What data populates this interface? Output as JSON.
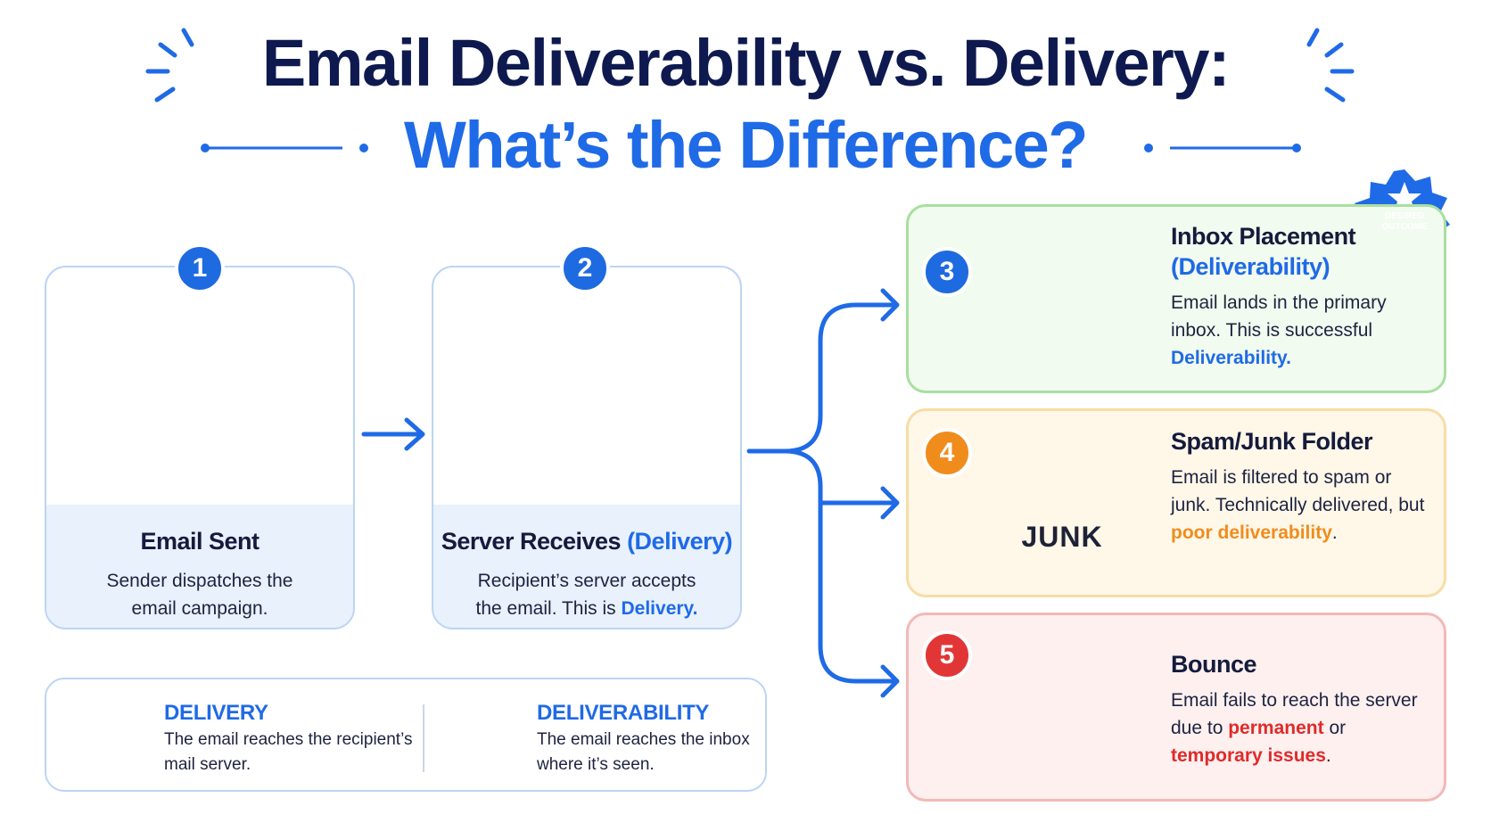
{
  "title": {
    "line1": "Email Deliverability vs. Delivery:",
    "line2": "What’s the Difference?"
  },
  "steps": [
    {
      "number": "1",
      "title": "Email Sent",
      "desc": "Sender dispatches the email campaign.",
      "icon": "laptop-envelope-icon"
    },
    {
      "number": "2",
      "title": "Server Receives",
      "title_highlight": "(Delivery)",
      "desc_plain": "Recipient’s server accepts the email. This is",
      "desc_highlight": "Delivery.",
      "icon": "cloud-server-shield-icon"
    }
  ],
  "outcomes": [
    {
      "number": "3",
      "title": "Inbox Placement",
      "subtitle": "(Deliverability)",
      "desc_plain": "Email lands in the primary inbox. This is successful",
      "desc_highlight": "Deliverability.",
      "badge_line1": "DESIRED",
      "badge_line2": "OUTCOME",
      "color": "#4caf50",
      "icon": "inbox-tray-icon"
    },
    {
      "number": "4",
      "title": "Spam/Junk Folder",
      "desc_plain": "Email is filtered to spam or junk. Technically delivered, but",
      "desc_highlight": "poor deliverability",
      "desc_end": ".",
      "folder_label": "JUNK",
      "color": "#f08c1c",
      "icon": "junk-folder-icon"
    },
    {
      "number": "5",
      "title": "Bounce",
      "desc_plain": "Email fails to reach the server due to",
      "desc_highlight1": "permanent",
      "desc_mid": "or",
      "desc_highlight2": "temporary issues",
      "desc_end": ".",
      "color": "#e23636",
      "icon": "bounced-envelope-icon"
    }
  ],
  "legend": [
    {
      "title": "DELIVERY",
      "desc": "The email reaches the recipient’s mail server.",
      "icon": "delivery-truck-icon"
    },
    {
      "title": "DELIVERABILITY",
      "desc": "The email reaches the inbox where it’s seen.",
      "icon": "target-arrow-icon"
    }
  ],
  "colors": {
    "navy": "#0e1a4f",
    "blue": "#1f6ae6",
    "green": "#4caf50",
    "orange": "#f08c1c",
    "red": "#e23636"
  }
}
